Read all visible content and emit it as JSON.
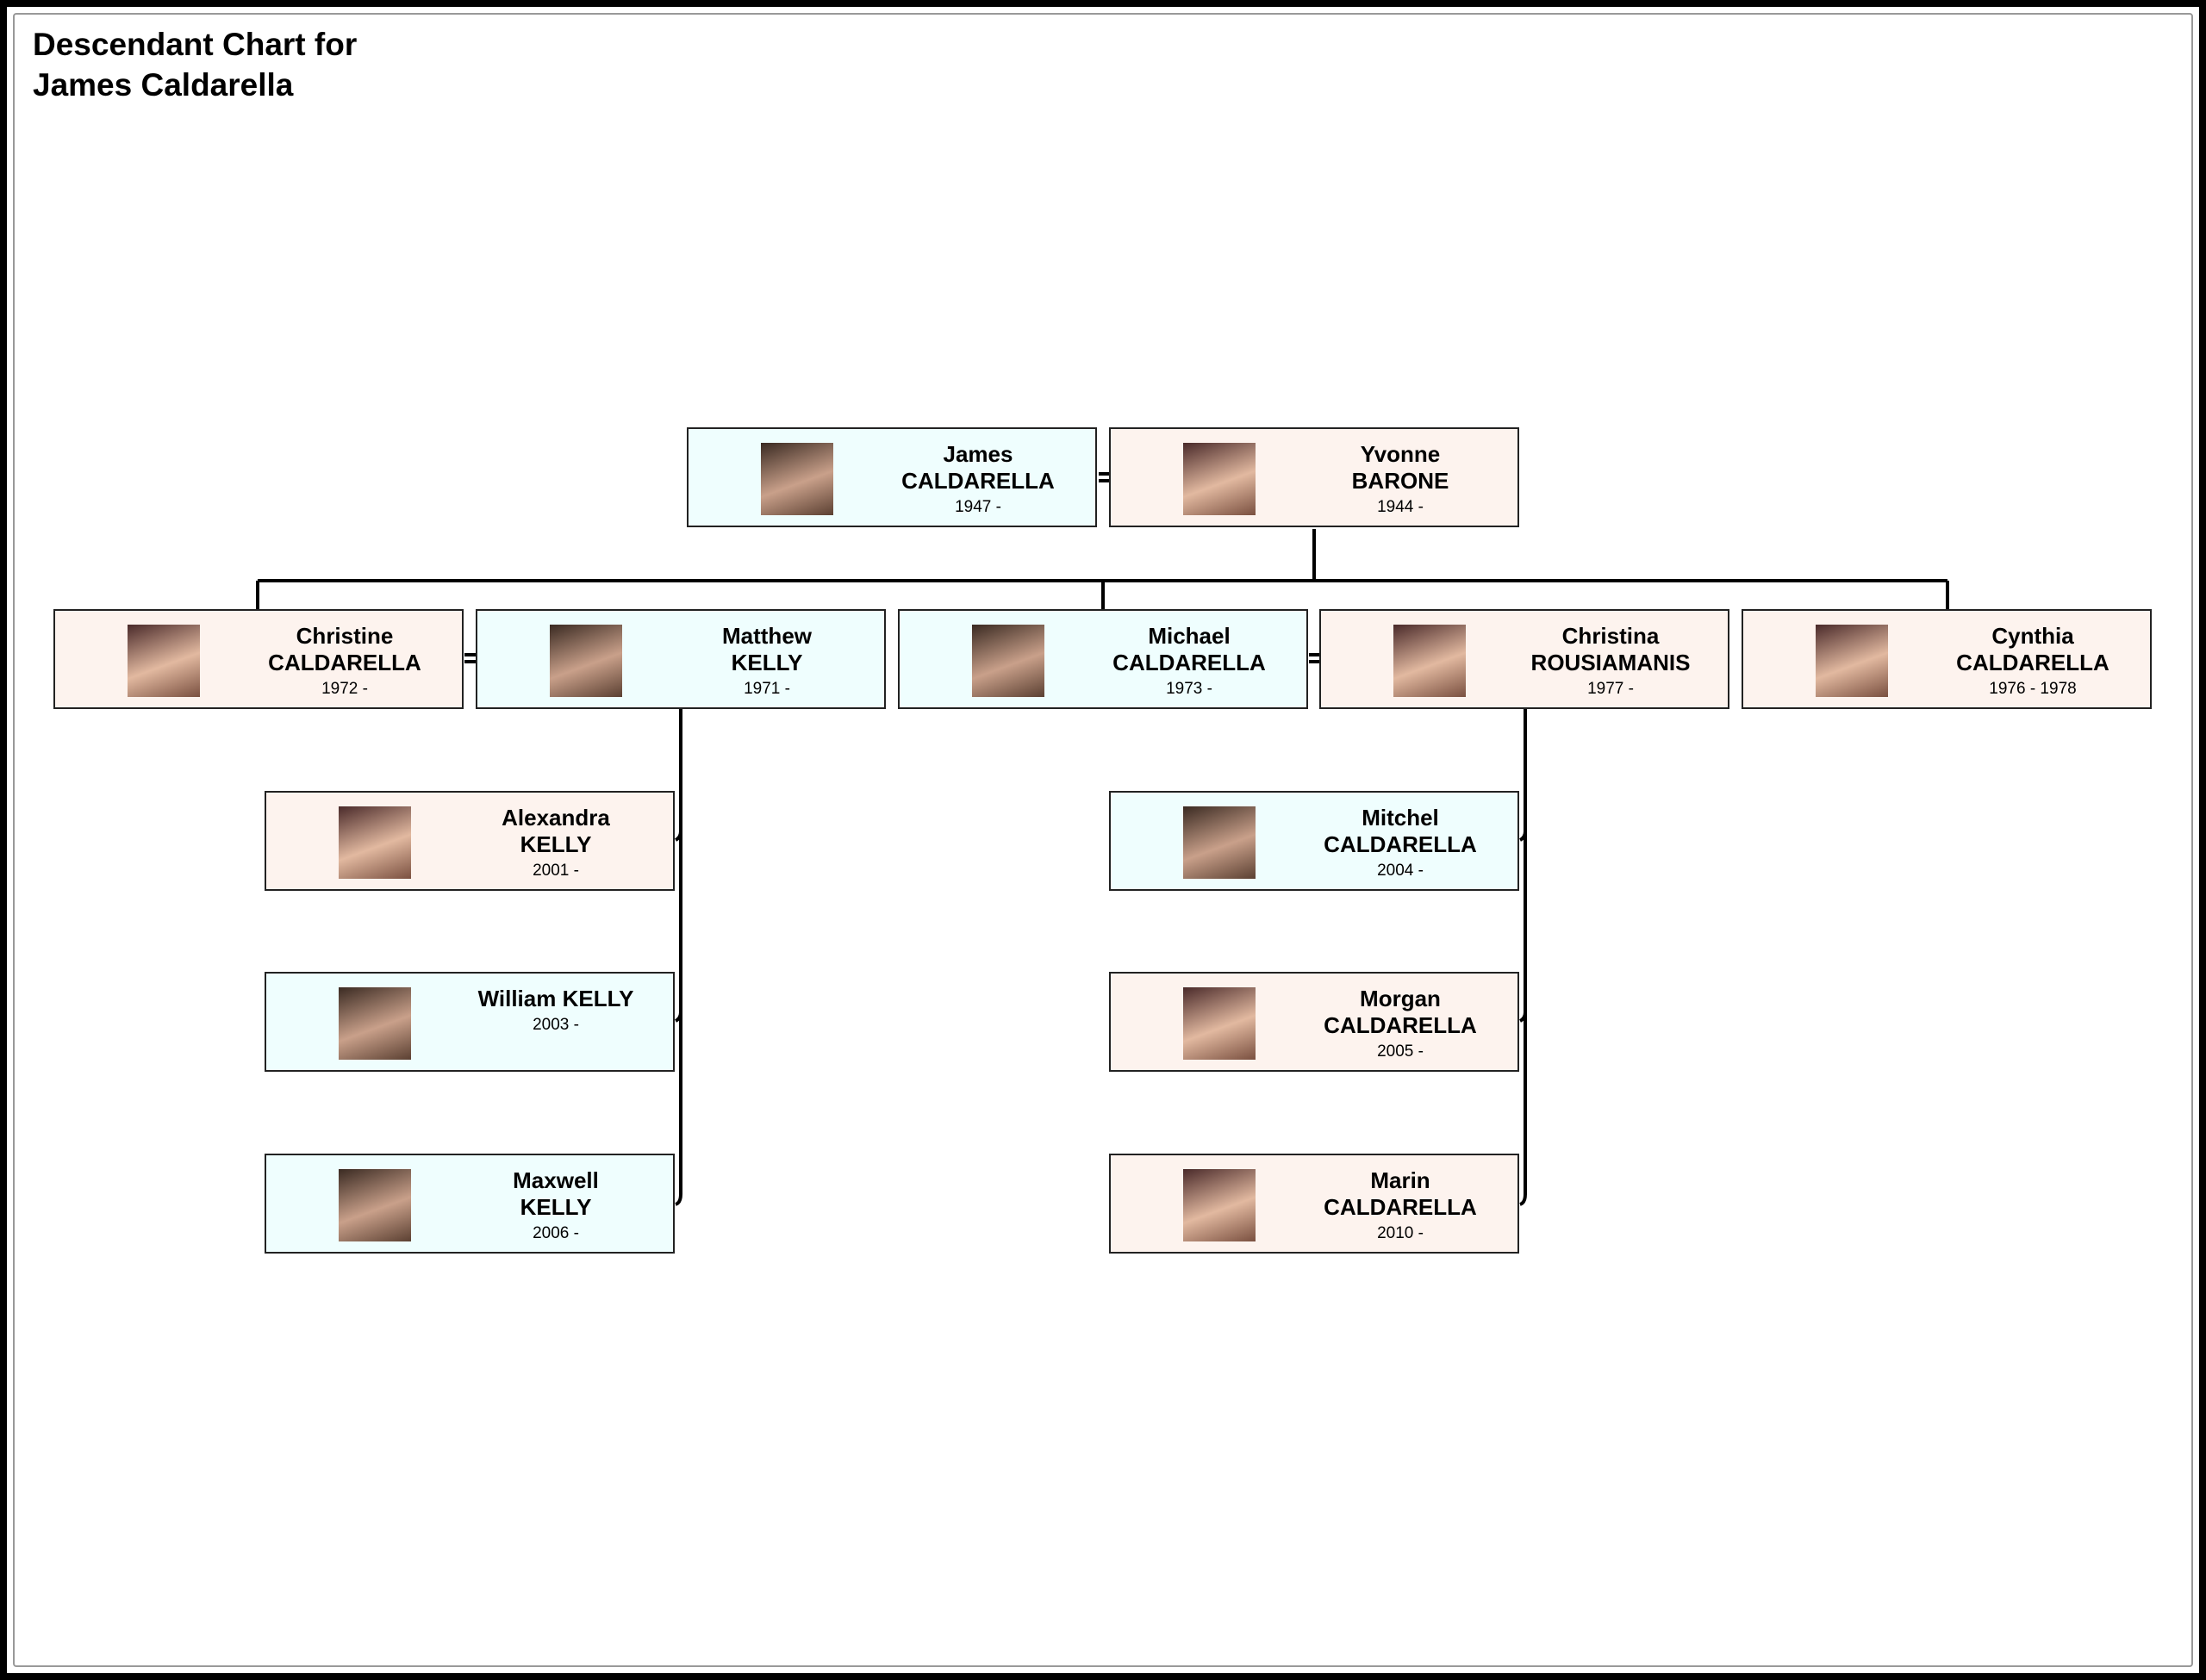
{
  "title_line1": "Descendant Chart for",
  "title_line2": "James Caldarella",
  "colors": {
    "male": "#effefe",
    "female": "#fdf3ee",
    "line": "#000000"
  },
  "people": [
    {
      "first": "James",
      "last": "CALDARELLA",
      "dates": "1947 -"
    },
    {
      "first": "Yvonne",
      "last": "BARONE",
      "dates": "1944 -"
    },
    {
      "first": "Christine",
      "last": "CALDARELLA",
      "dates": "1972 -"
    },
    {
      "first": "Matthew",
      "last": "KELLY",
      "dates": "1971 -"
    },
    {
      "first": "Michael",
      "last": "CALDARELLA",
      "dates": "1973 -"
    },
    {
      "first": "Christina",
      "last": "ROUSIAMANIS",
      "dates": "1977 -"
    },
    {
      "first": "Cynthia",
      "last": "CALDARELLA",
      "dates": "1976 - 1978"
    },
    {
      "first": "Alexandra",
      "last": "KELLY",
      "dates": "2001 -"
    },
    {
      "first": "William KELLY",
      "last": "",
      "dates": "2003 -"
    },
    {
      "first": "Maxwell",
      "last": "KELLY",
      "dates": "2006 -"
    },
    {
      "first": "Mitchel",
      "last": "CALDARELLA",
      "dates": "2004 -"
    },
    {
      "first": "Morgan",
      "last": "CALDARELLA",
      "dates": "2005 -"
    },
    {
      "first": "Marin",
      "last": "CALDARELLA",
      "dates": "2010 -"
    }
  ]
}
